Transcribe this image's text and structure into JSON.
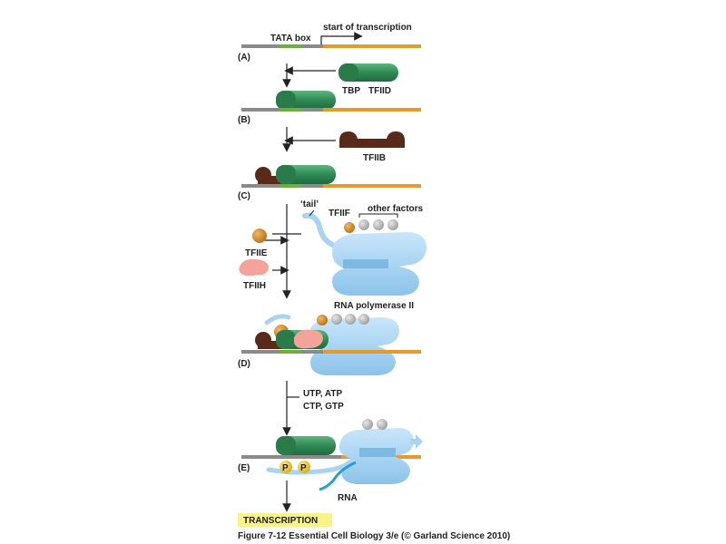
{
  "labels": {
    "tata_box": "TATA box",
    "start_of_transcription": "start of transcription",
    "tbp": "TBP",
    "tfiid": "TFIID",
    "tfiib": "TFIIB",
    "tail": "‘tail’",
    "tfiif": "TFIIF",
    "other_factors": "other factors",
    "tfiie": "TFIIE",
    "tfiih": "TFIIH",
    "rna_polymerase_ii": "RNA polymerase II",
    "ntps_line1": "UTP, ATP",
    "ntps_line2": "CTP, GTP",
    "rna": "RNA",
    "phosphate": "P",
    "transcription": "TRANSCRIPTION"
  },
  "panels": [
    "(A)",
    "(B)",
    "(C)",
    "(D)",
    "(E)"
  ],
  "caption": "Figure 7-12  Essential Cell Biology 3/e (© Garland Science 2010)",
  "colors": {
    "dna_grey": "#8a8a8a",
    "tata_green": "#6fae3a",
    "coding_orange": "#e69a2e",
    "tfiid_green": "#2f8a55",
    "tfiib_brown": "#5a2a18",
    "polymerase_blue": "#a9d4f0",
    "tfiie_orange": "#d98b2a",
    "tfiih_pink": "#f3a39a",
    "other_factor_grey": "#bdbdbd",
    "phosphate_yellow": "#f2c21b",
    "rna_blue": "#2a9ad8",
    "transcription_highlight": "#fbf38a"
  }
}
